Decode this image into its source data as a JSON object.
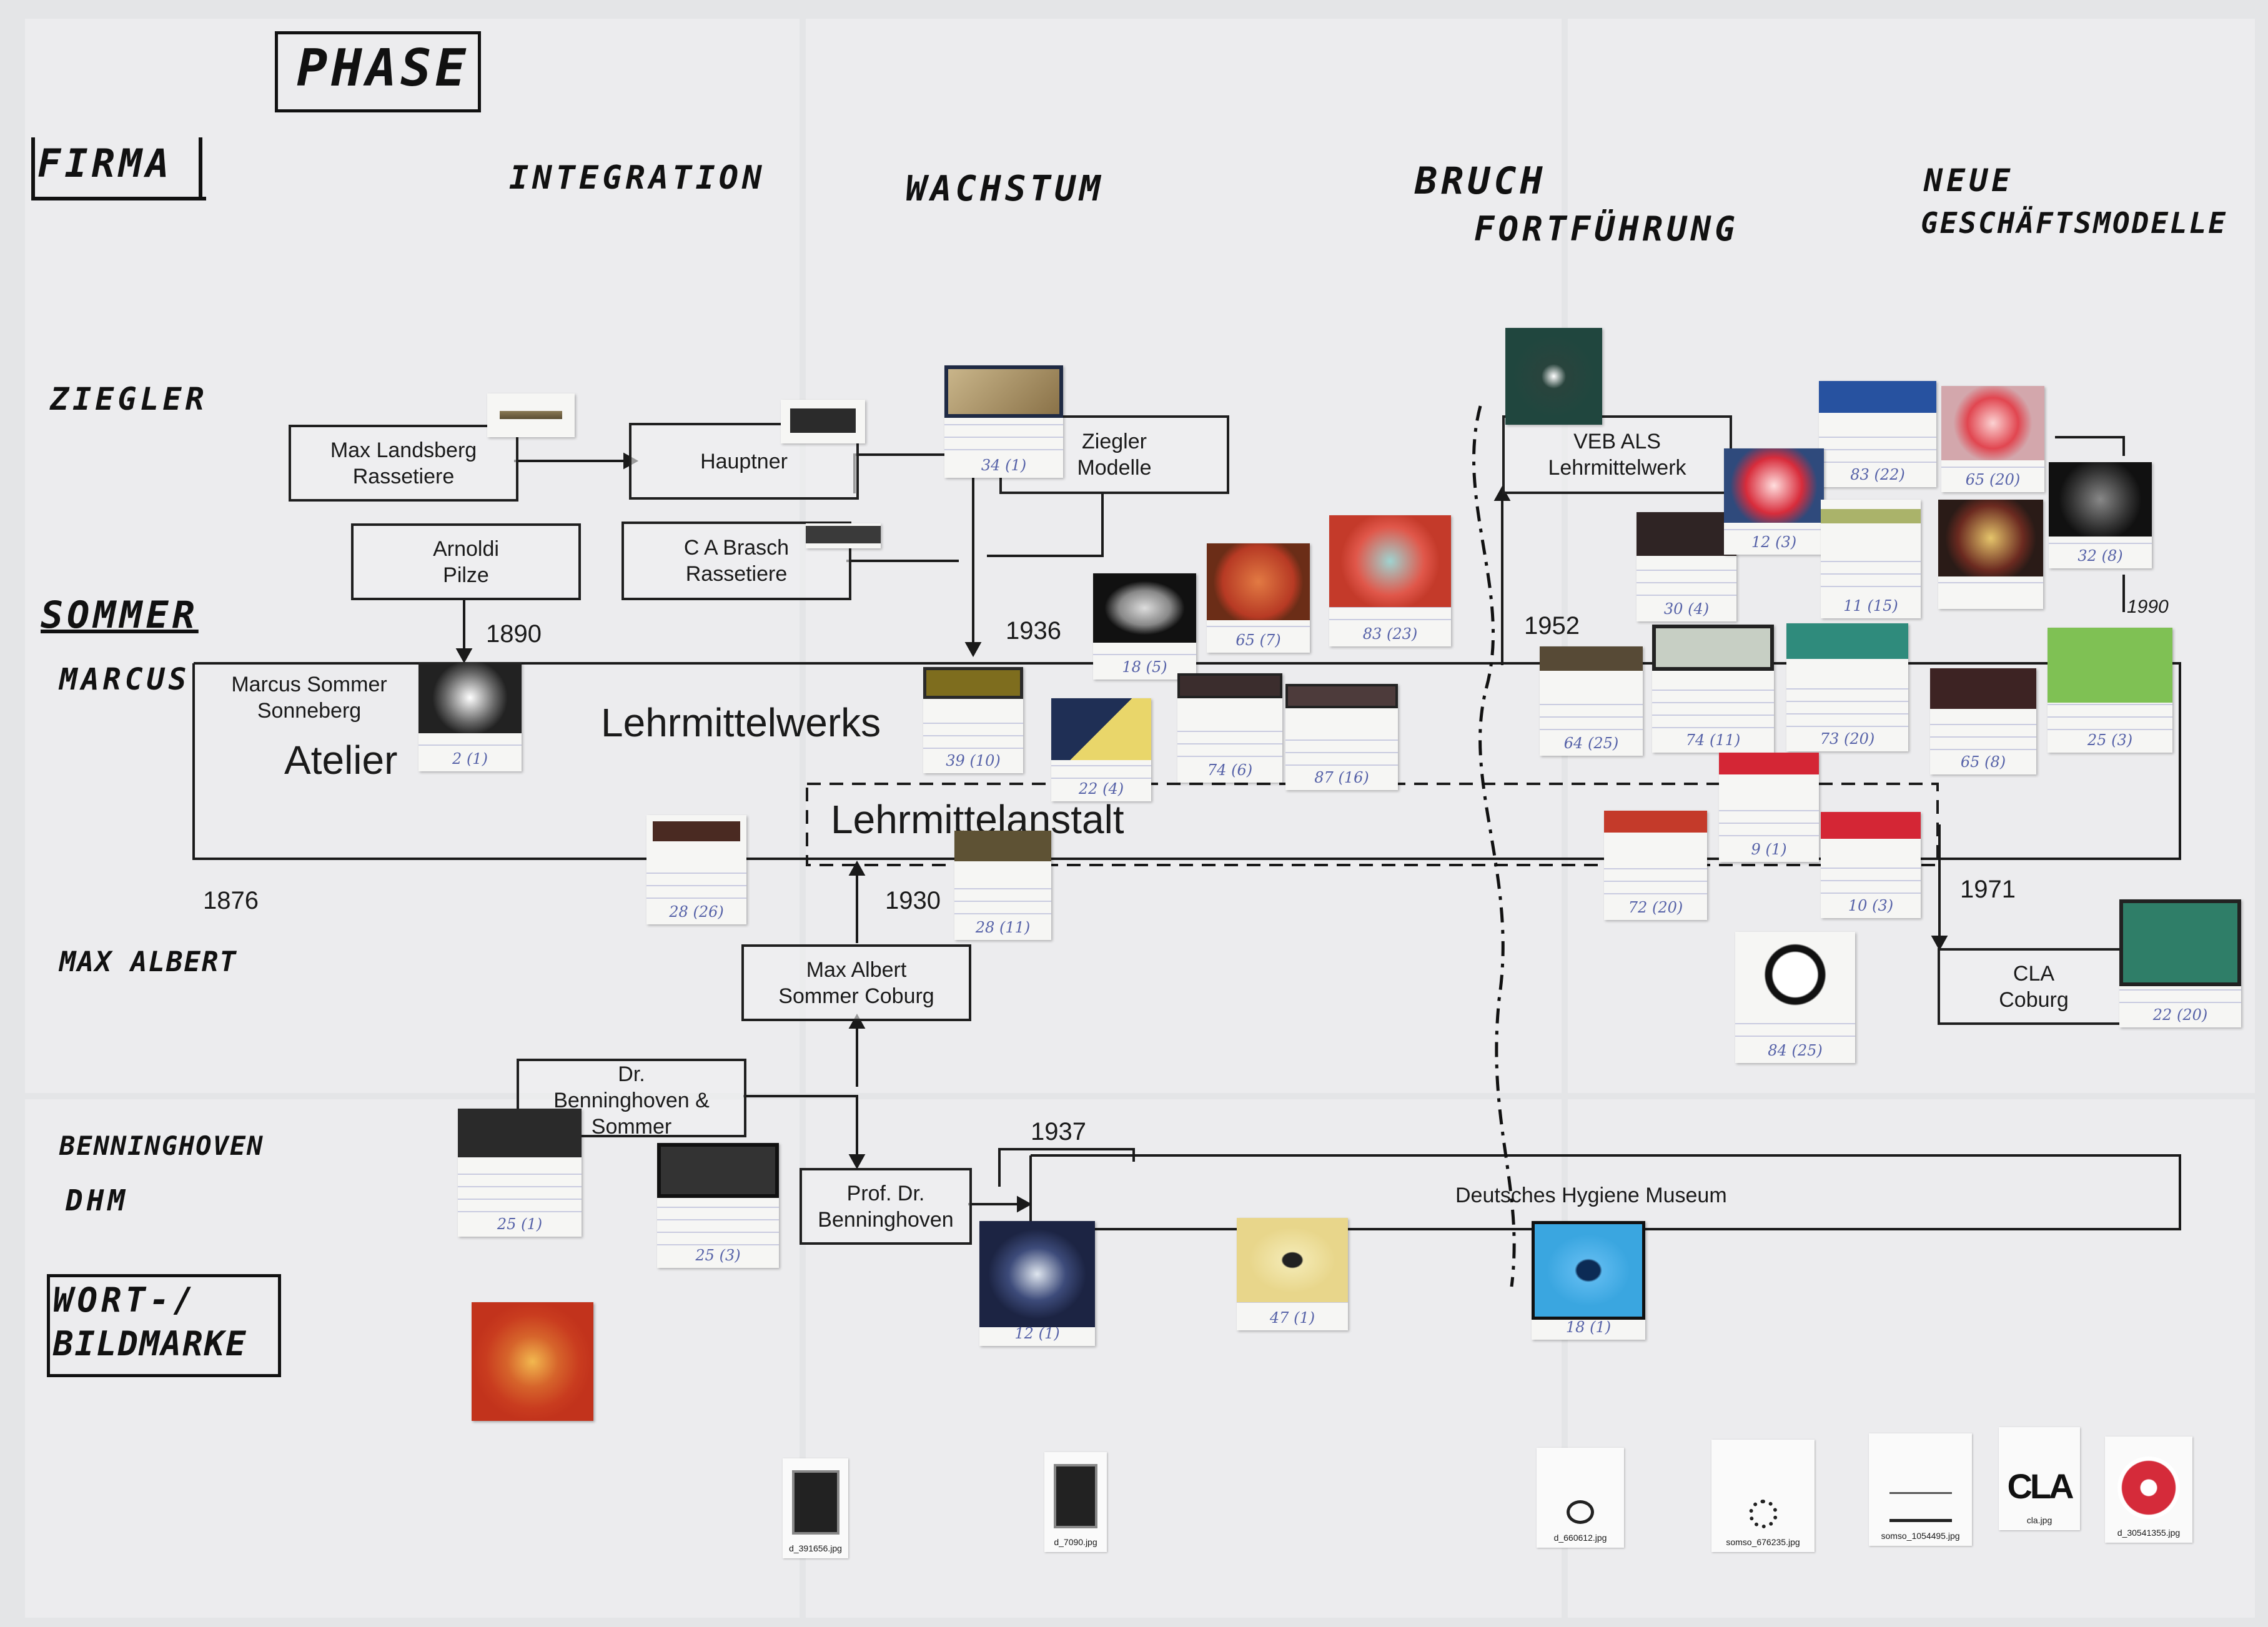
{
  "headings": {
    "phase": "PHASE",
    "firma": "FIRMA",
    "phases": [
      "INTEGRATION",
      "WACHSTUM",
      "BRUCH",
      "FORTFÜHRUNG",
      "NEUE",
      "GESCHÄFTSMODELLE"
    ],
    "rows": [
      "ZIEGLER",
      "SOMMER",
      "MARCUS",
      "MAX ALBERT",
      "BENNINGHOVEN",
      "DHM",
      "WORT-/",
      "BILDMARKE"
    ]
  },
  "companies": {
    "landsberg": [
      "Max Landsberg",
      "Rassetiere"
    ],
    "hauptner": "Hauptner",
    "ziegler": [
      "Ziegler",
      "Modelle"
    ],
    "arnoldi": [
      "Arnoldi",
      "Pilze"
    ],
    "brasch": [
      "C A Brasch",
      "Rassetiere"
    ],
    "veb": [
      "VEB ALS",
      "Lehrmittelwerk"
    ],
    "marcus": [
      "Marcus Sommer",
      "Sonneberg"
    ],
    "maxalbert": [
      "Max Albert",
      "Sommer Coburg"
    ],
    "benninghoven_sommer": [
      "Dr.",
      "Benninghoven &",
      "Sommer"
    ],
    "prof": [
      "Prof. Dr.",
      "Benninghoven"
    ],
    "dhm": "Deutsches Hygiene Museum",
    "cla": [
      "CLA",
      "Coburg"
    ]
  },
  "phases_inside": {
    "atelier": "Atelier",
    "lehrmittelwerks": "Lehrmittelwerks",
    "lehrmittelanstalt": "Lehrmittelanstalt"
  },
  "years": [
    "1890",
    "1936",
    "1952",
    "1876",
    "1930",
    "1971",
    "1937",
    "1990"
  ],
  "cards": [
    {
      "n": "34 (1)"
    },
    {
      "n": "2 (1)"
    },
    {
      "n": "28 (26)"
    },
    {
      "n": "39 (10)"
    },
    {
      "n": "28 (11)"
    },
    {
      "n": "18 (5)"
    },
    {
      "n": "65 (7)"
    },
    {
      "n": "83 (23)"
    },
    {
      "n": "22 (4)"
    },
    {
      "n": "74 (6)"
    },
    {
      "n": "87 (16)"
    },
    {
      "n": "64 (25)"
    },
    {
      "n": "74 (11)"
    },
    {
      "n": "73 (20)"
    },
    {
      "n": "65 (8)"
    },
    {
      "n": "25 (3)"
    },
    {
      "n": "9 (1)"
    },
    {
      "n": "10 (3)"
    },
    {
      "n": "72 (20)"
    },
    {
      "n": "22 (20)"
    },
    {
      "n": "84 (25)"
    },
    {
      "n": "83 (22)"
    },
    {
      "n": "65 (20)"
    },
    {
      "n": "32 (8)"
    },
    {
      "n": "30 (4)"
    },
    {
      "n": "12 (3)"
    },
    {
      "n": "11 (15)"
    },
    {
      "n": "25 (1)"
    },
    {
      "n": "25 (3)"
    },
    {
      "n": "12 (1)"
    },
    {
      "n": "47 (1)"
    },
    {
      "n": "18 (1)"
    }
  ],
  "files": [
    "d_391656.jpg",
    "d_7090.jpg",
    "d_660612.jpg",
    "somso_676235.jpg",
    "somso_1054495.jpg",
    "cla.jpg",
    "d_30541355.jpg"
  ],
  "colors": {
    "ink": "#111111",
    "paper": "#ececee",
    "label_blue": "#5662a8",
    "dhm_blue": "#3aa6e0",
    "cla_green": "#2f8b6e",
    "somso_red": "#d52b3a"
  }
}
